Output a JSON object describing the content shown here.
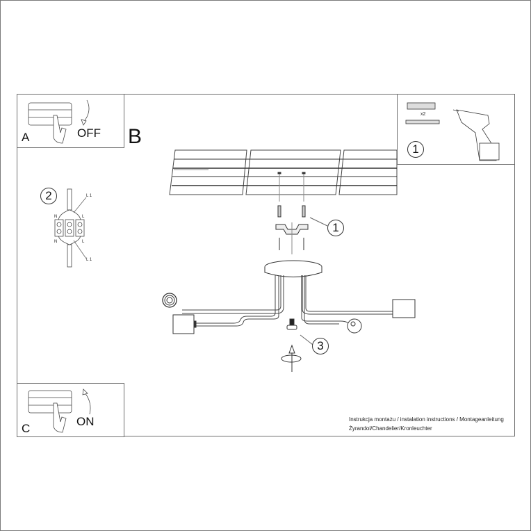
{
  "document": {
    "type": "installation-instructions",
    "caption_line1": "Instrukcja montażu / instalation instructions / Montageanleitung",
    "caption_line2": "Żyrandol/Chandelier/Kronleuchter"
  },
  "panels": {
    "a": {
      "letter": "A",
      "state": "OFF",
      "icon": "fuse-box-switch-off"
    },
    "b": {
      "letter": "B"
    },
    "c": {
      "letter": "C",
      "state": "ON",
      "icon": "fuse-box-switch-on"
    }
  },
  "tools_box": {
    "step": "1",
    "quantity": "x2",
    "items": [
      "wall-plug-icon",
      "screw-icon",
      "drill-icon"
    ]
  },
  "wiring": {
    "step": "2",
    "labels": {
      "top_right": "L 1",
      "bottom_right": "L 1",
      "left_top": "N",
      "left_bottom": "N",
      "right_top": "L",
      "right_bottom": "L"
    }
  },
  "callouts": {
    "mount_bracket": "1",
    "screw": "3"
  }
}
